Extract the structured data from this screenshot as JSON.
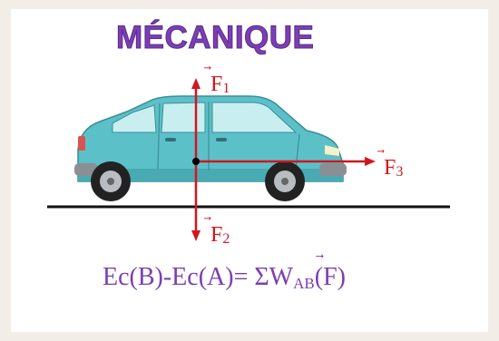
{
  "title": "MÉCANIQUE",
  "forces": {
    "f1": {
      "letter": "F",
      "sub": "1",
      "arrow": "⃗"
    },
    "f2": {
      "letter": "F",
      "sub": "2",
      "arrow": "⃗"
    },
    "f3": {
      "letter": "F",
      "sub": "3",
      "arrow": "⃗"
    }
  },
  "formula": {
    "prefix": "Ec(B)-Ec(A)= ΣW",
    "sub": "AB",
    "open": "(",
    "vec_letter": "F",
    "vec_arrow": "⃗",
    "close": ")"
  },
  "colors": {
    "background": "#f3ede7",
    "title": "#7b3fb3",
    "force": "#d2161e",
    "car_body": "#5cc0c8",
    "ground": "#111111"
  }
}
